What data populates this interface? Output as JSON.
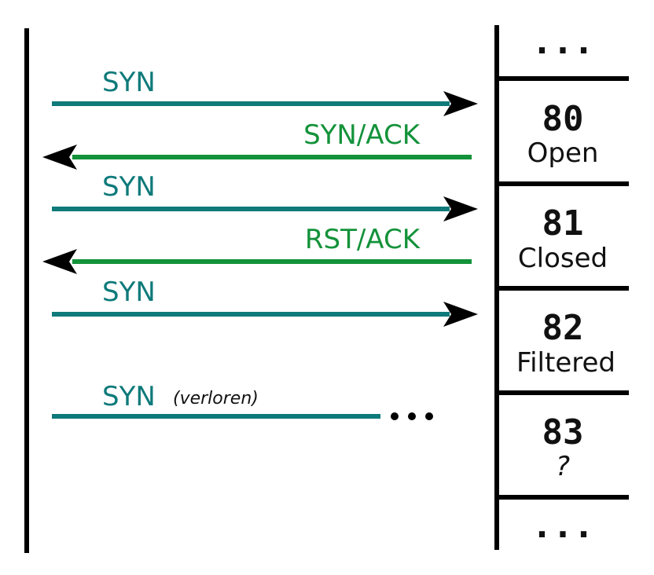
{
  "colors": {
    "syn": "#0e7a7a",
    "reply": "#13923a",
    "line": "#000000"
  },
  "messages": [
    {
      "label": "SYN"
    },
    {
      "label": "SYN/ACK"
    },
    {
      "label": "SYN"
    },
    {
      "label": "RST/ACK"
    },
    {
      "label": "SYN"
    },
    {
      "label": "SYN",
      "note": "(verloren)"
    }
  ],
  "ports": [
    {
      "number": "80",
      "state": "Open"
    },
    {
      "number": "81",
      "state": "Closed"
    },
    {
      "number": "82",
      "state": "Filtered"
    },
    {
      "number": "83",
      "state": "?"
    }
  ],
  "ellipsis": "...",
  "dots": "•••"
}
